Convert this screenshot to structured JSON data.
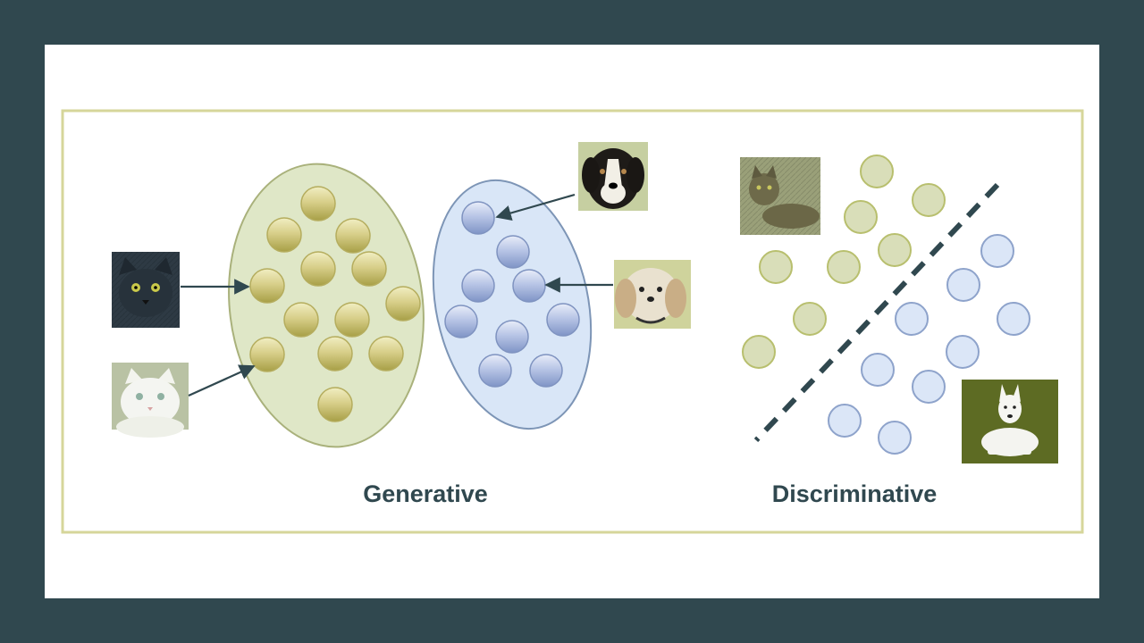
{
  "generative": {
    "label": "Generative"
  },
  "discriminative": {
    "label": "Discriminative"
  },
  "icons": {
    "black_cat": "black-cat-photo",
    "white_cat": "white-cat-photo",
    "tabby_cat": "tabby-cat-photo",
    "bernese_dog": "bernese-dog-photo",
    "shih_tzu_dog": "shih-tzu-dog-photo",
    "white_dog": "white-dog-photo"
  },
  "colors": {
    "outer_background": "#30484f",
    "slide_background": "#ffffff",
    "frame_border": "#d6d69a",
    "cat_cluster_fill": "#dfe7c7",
    "cat_cluster_stroke": "#a9b17b",
    "dog_cluster_fill": "#d9e6f7",
    "dog_cluster_stroke": "#7d95b6",
    "cat_point_fill": "#d9deb9",
    "cat_point_stroke": "#b8bf6e",
    "dog_point_fill": "#dbe6f7",
    "dog_point_stroke": "#8ea3cb",
    "arrow_color": "#30484f",
    "text_color": "#30484f"
  }
}
